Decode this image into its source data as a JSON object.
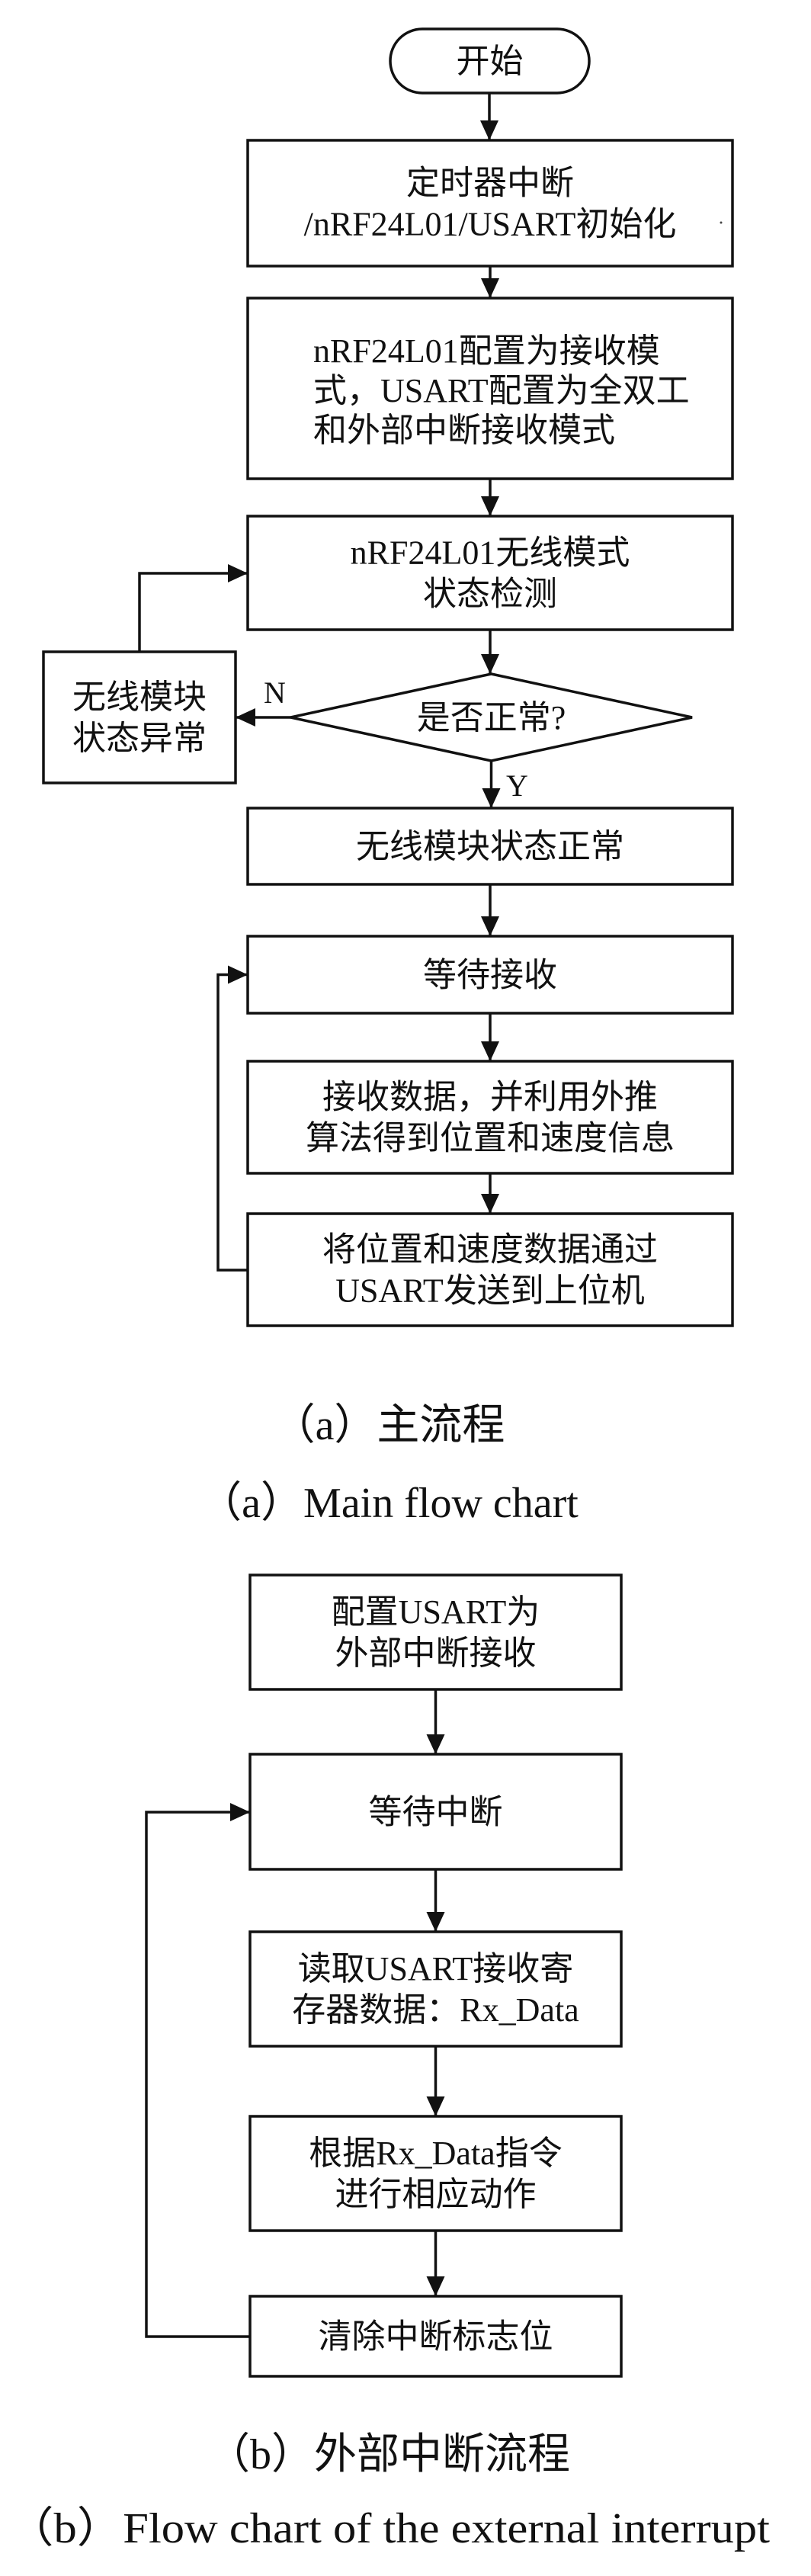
{
  "figure": {
    "panel_a": {
      "nodes": [
        {
          "id": "start",
          "type": "terminator",
          "lines": [
            "开始"
          ]
        },
        {
          "id": "init",
          "type": "process",
          "lines": [
            "定时器中断",
            "/nRF24L01/USART初始化"
          ]
        },
        {
          "id": "config",
          "type": "process",
          "lines": [
            "nRF24L01配置为接收模",
            "式，USART配置为全双工",
            "和外部中断接收模式"
          ]
        },
        {
          "id": "status-check",
          "type": "process",
          "lines": [
            "nRF24L01无线模式",
            "状态检测"
          ]
        },
        {
          "id": "is-normal",
          "type": "decision",
          "lines": [
            "是否正常?"
          ]
        },
        {
          "id": "abnormal",
          "type": "process",
          "lines": [
            "无线模块",
            "状态异常"
          ]
        },
        {
          "id": "normal",
          "type": "process",
          "lines": [
            "无线模块状态正常"
          ]
        },
        {
          "id": "wait-receive",
          "type": "process",
          "lines": [
            "等待接收"
          ]
        },
        {
          "id": "receive-data",
          "type": "process",
          "lines": [
            "接收数据，并利用外推",
            "算法得到位置和速度信息"
          ]
        },
        {
          "id": "send-data",
          "type": "process",
          "lines": [
            "将位置和速度数据通过",
            "USART发送到上位机"
          ]
        }
      ],
      "edges": [
        {
          "from": "start",
          "to": "init",
          "label": ""
        },
        {
          "from": "init",
          "to": "config",
          "label": ""
        },
        {
          "from": "config",
          "to": "status-check",
          "label": ""
        },
        {
          "from": "status-check",
          "to": "is-normal",
          "label": ""
        },
        {
          "from": "is-normal",
          "to": "abnormal",
          "label": "N"
        },
        {
          "from": "abnormal",
          "to": "status-check",
          "label": ""
        },
        {
          "from": "is-normal",
          "to": "normal",
          "label": "Y"
        },
        {
          "from": "normal",
          "to": "wait-receive",
          "label": ""
        },
        {
          "from": "wait-receive",
          "to": "receive-data",
          "label": ""
        },
        {
          "from": "receive-data",
          "to": "send-data",
          "label": ""
        },
        {
          "from": "send-data",
          "to": "wait-receive",
          "label": ""
        }
      ],
      "caption_cn": "（a）主流程",
      "caption_en": "（a）Main flow chart"
    },
    "panel_b": {
      "nodes": [
        {
          "id": "config-usart",
          "type": "process",
          "lines": [
            "配置USART为",
            "外部中断接收"
          ]
        },
        {
          "id": "wait-interrupt",
          "type": "process",
          "lines": [
            "等待中断"
          ]
        },
        {
          "id": "read-register",
          "type": "process",
          "lines": [
            "读取USART接收寄",
            "存器数据：Rx_Data"
          ]
        },
        {
          "id": "execute-action",
          "type": "process",
          "lines": [
            "根据Rx_Data指令",
            "进行相应动作"
          ]
        },
        {
          "id": "clear-flag",
          "type": "process",
          "lines": [
            "清除中断标志位"
          ]
        }
      ],
      "edges": [
        {
          "from": "config-usart",
          "to": "wait-interrupt",
          "label": ""
        },
        {
          "from": "wait-interrupt",
          "to": "read-register",
          "label": ""
        },
        {
          "from": "read-register",
          "to": "execute-action",
          "label": ""
        },
        {
          "from": "execute-action",
          "to": "clear-flag",
          "label": ""
        },
        {
          "from": "clear-flag",
          "to": "wait-interrupt",
          "label": ""
        }
      ],
      "caption_cn": "（b）外部中断流程",
      "caption_en": "（b）Flow chart of the external interrupt"
    }
  }
}
